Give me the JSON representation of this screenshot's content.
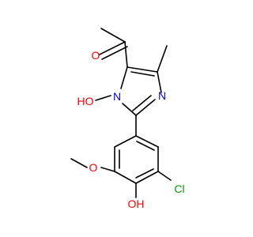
{
  "molecule": {
    "colors": {
      "bond": "#000000",
      "carbon_text": "#000000",
      "oxygen": "#ff0000",
      "nitrogen": "#0000ff",
      "chlorine": "#00a000",
      "background": "#ffffff"
    },
    "atom_labels": {
      "carbonyl_oxygen": "O",
      "n_hydroxy": "HO",
      "n1": "N",
      "n3": "N",
      "methoxy_oxygen": "O",
      "chlorine": "Cl",
      "phenol": "OH"
    }
  }
}
